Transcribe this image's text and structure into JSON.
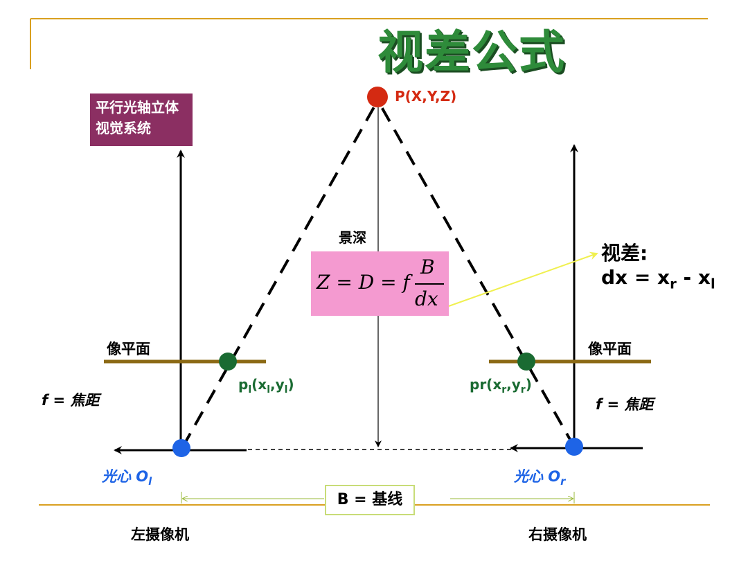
{
  "title": "视差公式",
  "system_label": "平行光轴立体视觉系统",
  "point_label": "P(X,Y,Z)",
  "depth_label": "景深",
  "formula": {
    "lhs": "Z = D = f",
    "numerator": "B",
    "denominator": "dx"
  },
  "disparity": {
    "title": "视差:",
    "eq_prefix": "dx  =  x",
    "xr_sub": "r",
    "eq_mid": "  -  x",
    "xl_sub": "l"
  },
  "image_plane_label": "像平面",
  "focal_label": "f = 焦距",
  "left_point": {
    "p": "p",
    "s1": "l",
    "open": "(x",
    "s2": "l",
    "mid": ",y",
    "s3": "l",
    "close": ")"
  },
  "right_point": {
    "p": "pr(x",
    "s1": "r",
    "mid": ",y",
    "s2": "r",
    "close": ")"
  },
  "optical_center_label": "光心 O",
  "left_center_sub": "l",
  "right_center_sub": "r",
  "baseline_label": "B = 基线",
  "left_camera_label": "左摄像机",
  "right_camera_label": "右摄像机",
  "colors": {
    "accent_orange": "#d9a020",
    "title_green": "#2e8b3a",
    "image_plane": "#8b6914",
    "point_red": "#d42a12",
    "point_green": "#1a6b32",
    "center_blue": "#1e64e6",
    "formula_bg": "#f49ad0",
    "system_box_bg": "#8b2f62",
    "yellow_arrow": "#f0f050"
  }
}
